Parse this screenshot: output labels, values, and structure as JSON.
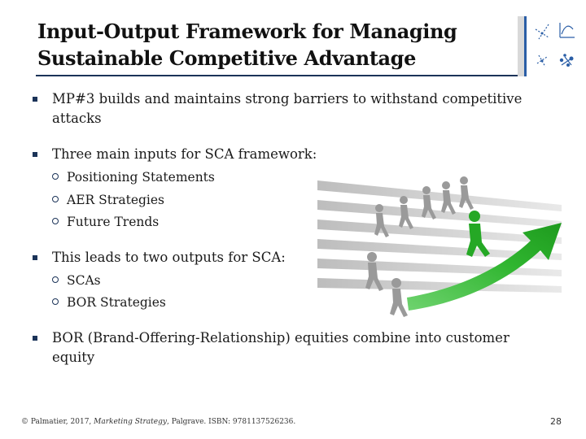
{
  "slide": {
    "title_line1": "Input-Output Framework for Managing",
    "title_line2": "Sustainable Competitive Advantage",
    "bullets": [
      {
        "text": "MP#3 builds and maintains strong barriers to withstand competitive attacks"
      },
      {
        "text": "Three main inputs for SCA framework:"
      },
      {
        "text": "Positioning Statements"
      },
      {
        "text": "AER Strategies"
      },
      {
        "text": "Future Trends"
      },
      {
        "text": "This leads to two outputs for SCA:"
      },
      {
        "text": "SCAs"
      },
      {
        "text": "BOR Strategies"
      },
      {
        "text": "BOR (Brand-Offering-Relationship) equities combine into customer equity"
      }
    ],
    "footer": {
      "prefix": "© Palmatier, 2017, ",
      "book": "Marketing Strategy",
      "suffix": ", Palgrave. ISBN: 9781137526236."
    },
    "page_number": "28"
  },
  "colors": {
    "accent_navy": "#1b3358",
    "accent_blue": "#2a5ea6",
    "arrow_green": "#2fb52f"
  },
  "icons": {
    "bullet_level1": "filled-square",
    "bullet_level2": "hollow-circle",
    "illustration": "people-running-up-green-arrow"
  }
}
